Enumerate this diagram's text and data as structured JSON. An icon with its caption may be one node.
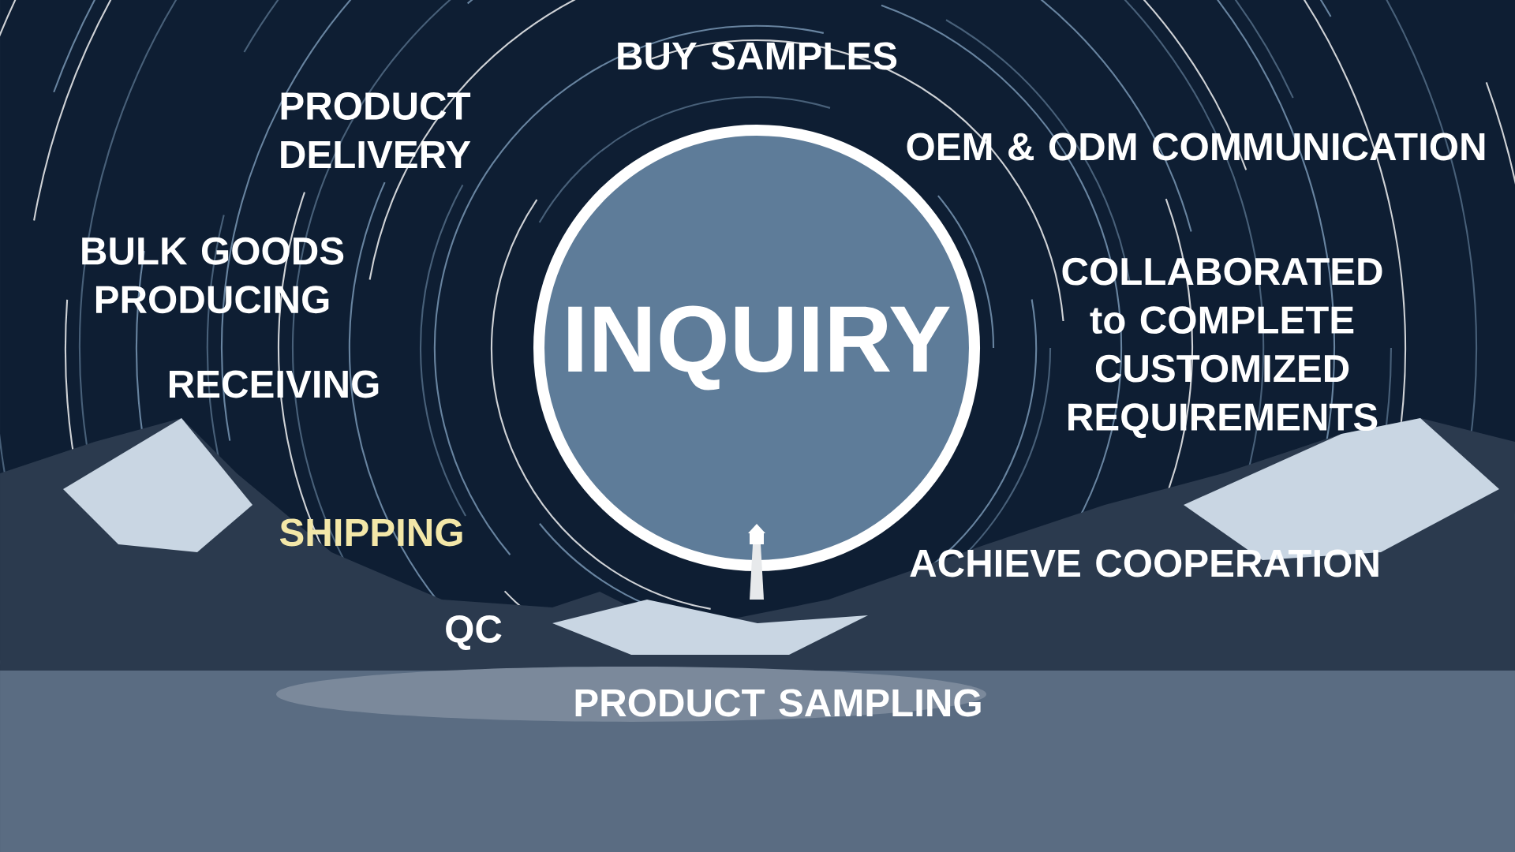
{
  "diagram": {
    "nodes": [
      {
        "text": [
          "INQUIRY"
        ]
      }
    ],
    "edges": [],
    "labels": [
      "BUY SAMPLES",
      "PRODUCT DELIVERY",
      "OEM & ODM COMMUNICATION",
      "BULK GOODS PRODUCING",
      "COLLABORATED to COMPLETE CUSTOMIZED REQUIREMENTS",
      "RECEIVING",
      "SHIPPING",
      "ACHIEVE COOPERATION",
      "QC",
      "PRODUCT SAMPLING"
    ]
  }
}
